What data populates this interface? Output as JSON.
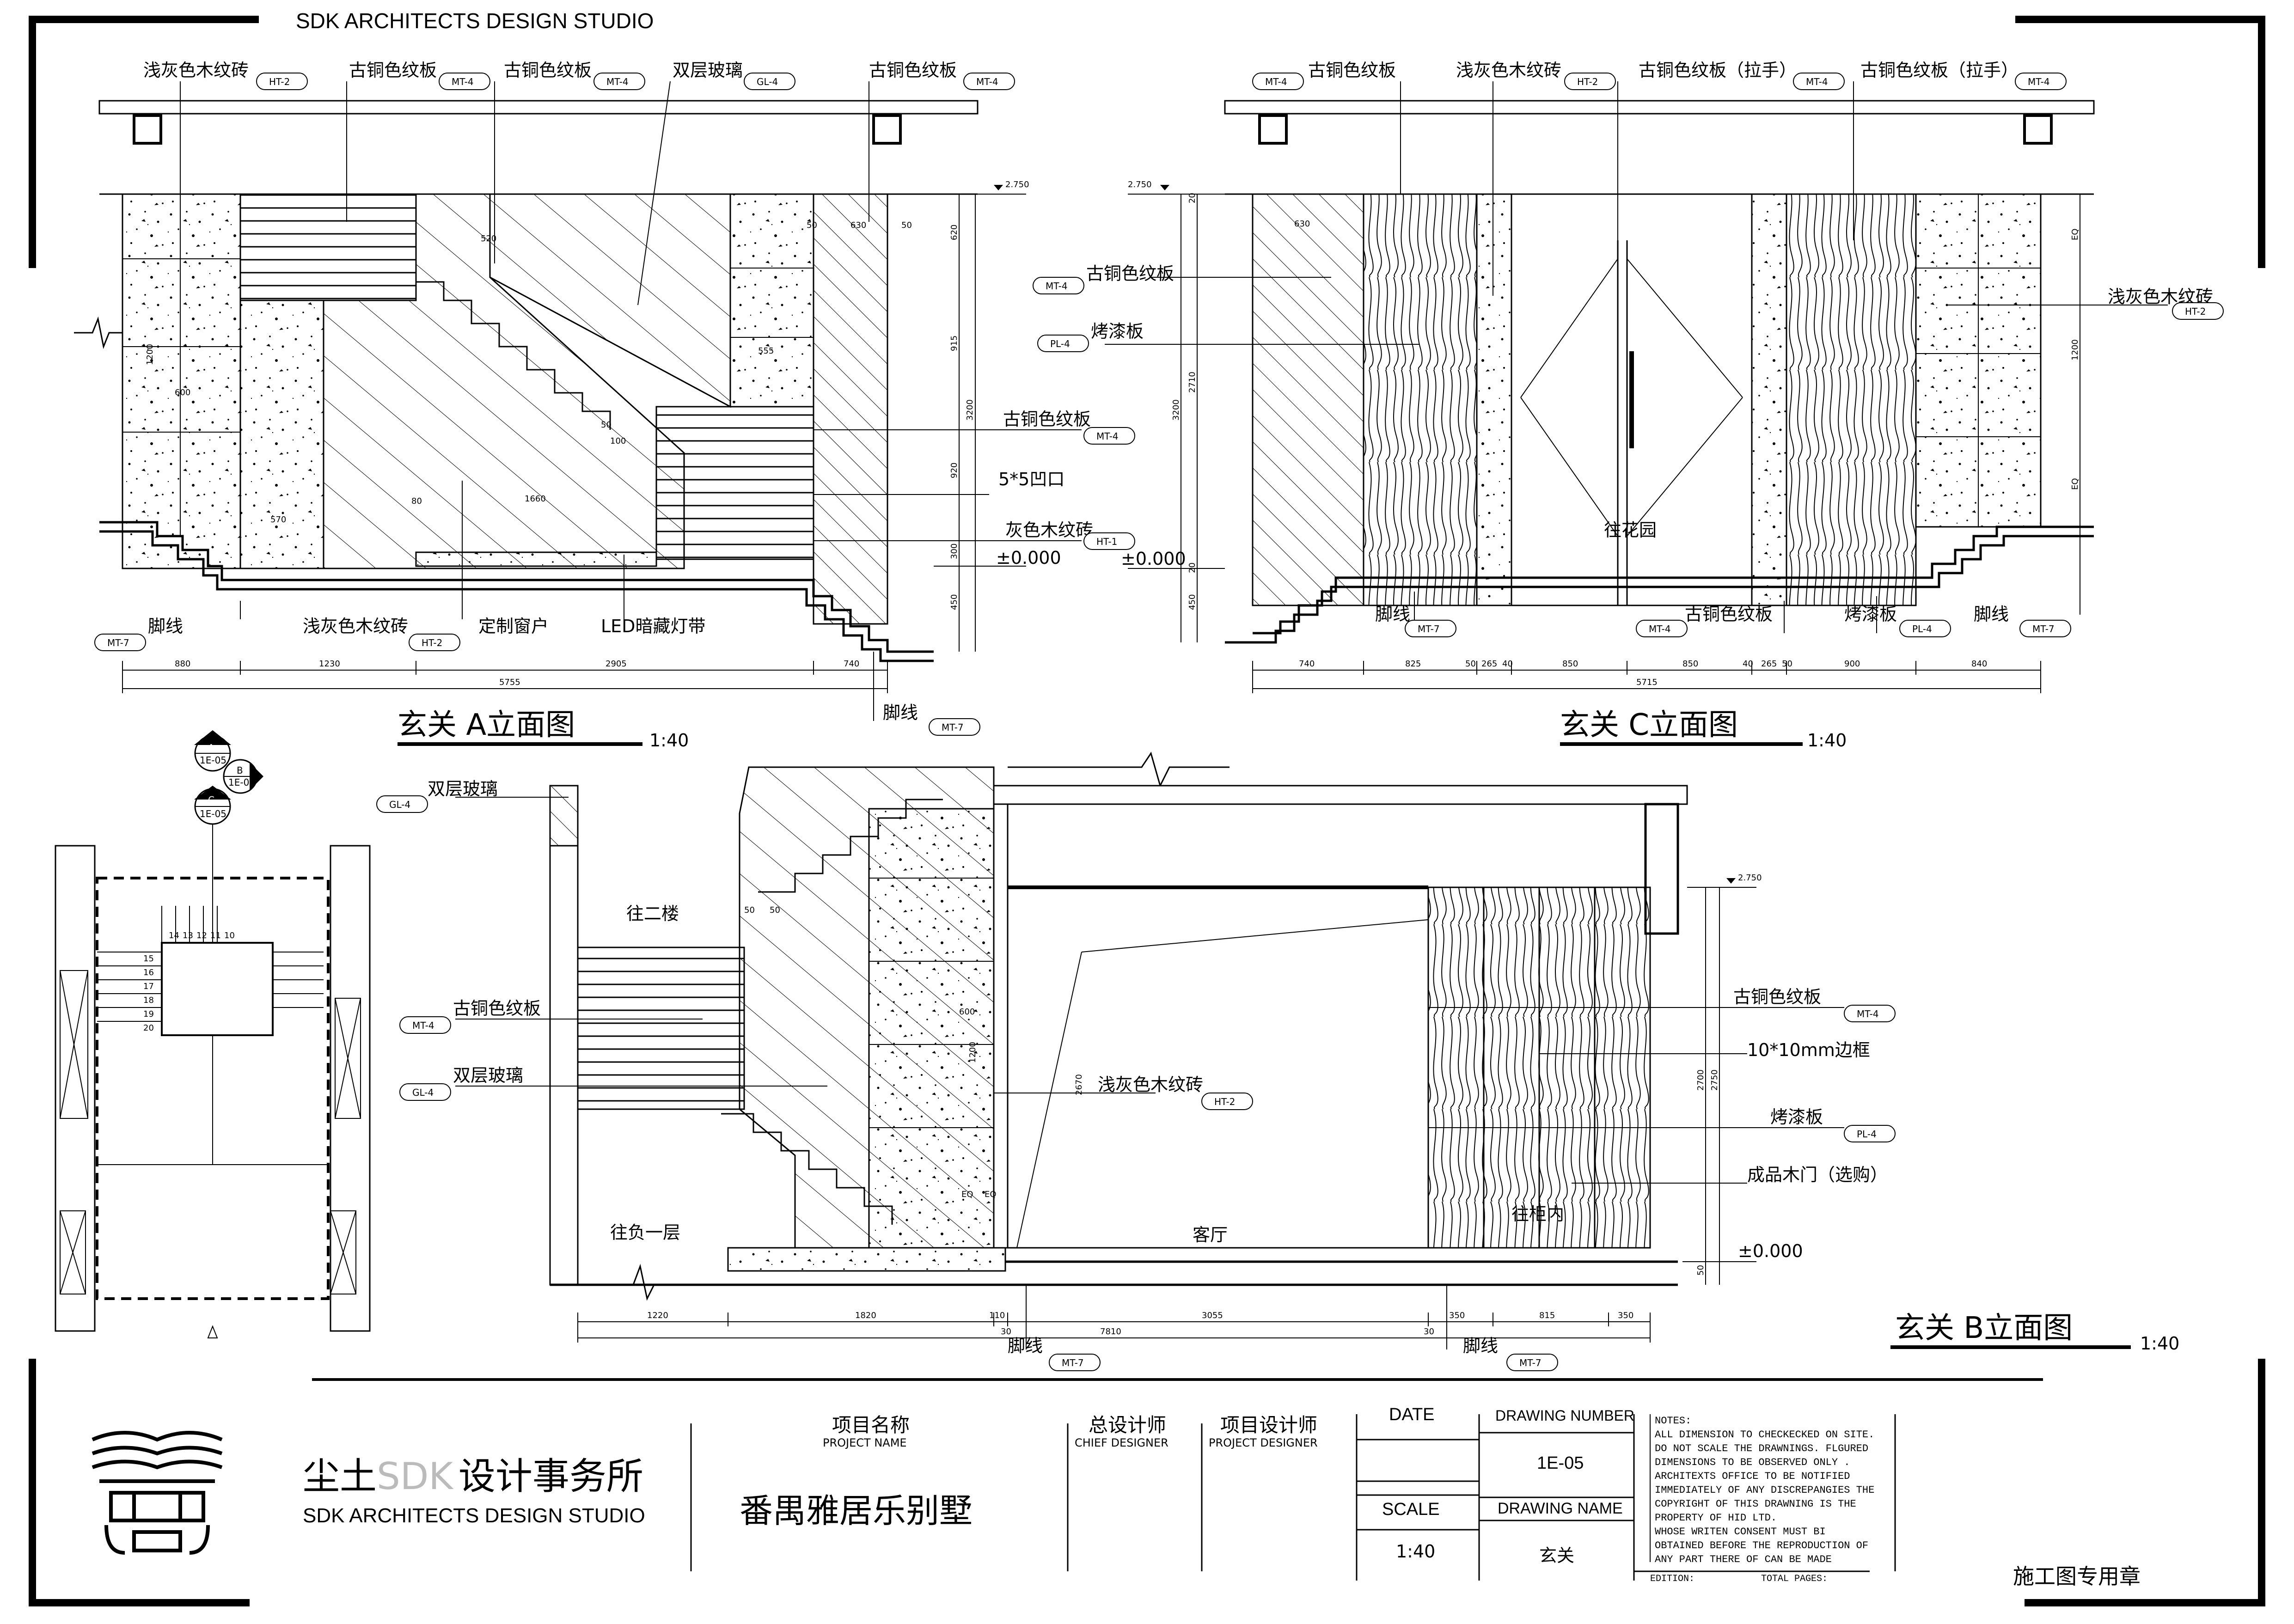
{
  "studio_header": "SDK ARCHITECTS DESIGN STUDIO",
  "elevation_a": {
    "title": "玄关 A立面图",
    "scale": "1:40",
    "top_labels": [
      {
        "text": "浅灰色木纹砖",
        "code": "HT-2"
      },
      {
        "text": "古铜色纹板",
        "code": "MT-4"
      },
      {
        "text": "古铜色纹板",
        "code": "MT-4"
      },
      {
        "text": "双层玻璃",
        "code": "GL-4"
      },
      {
        "text": "古铜色纹板",
        "code": "MT-4"
      }
    ],
    "right_labels": [
      {
        "text": "古铜色纹板",
        "code": "MT-4"
      },
      {
        "text": "5*5凹口",
        "code": ""
      },
      {
        "text": "灰色木纹砖",
        "code": "HT-1"
      }
    ],
    "bottom_labels": {
      "skirting": "脚线",
      "skirting_code": "MT-7",
      "tile": "浅灰色木纹砖",
      "tile_code": "HT-2",
      "window": "定制窗户",
      "led": "LED暗藏灯带",
      "skirting2": "脚线",
      "skirting2_code": "MT-7"
    },
    "level_top": "2.750",
    "level_floor": "±0.000",
    "dims_bottom": [
      "880",
      "1230",
      "2905",
      "740"
    ],
    "dim_total": "5755",
    "dims_right": [
      "620",
      "915",
      "920",
      "300",
      "450",
      "3200"
    ],
    "dims_inner": [
      "520",
      "630",
      "50",
      "50",
      "1200",
      "600",
      "555",
      "1660",
      "100",
      "570",
      "80",
      "50"
    ]
  },
  "elevation_c": {
    "title": "玄关 C立面图",
    "scale": "1:40",
    "top_labels": [
      {
        "text": "古铜色纹板",
        "code": "MT-4"
      },
      {
        "text": "浅灰色木纹砖",
        "code": "HT-2"
      },
      {
        "text": "古铜色纹板（拉手）",
        "code": "MT-4"
      },
      {
        "text": "古铜色纹板（拉手）",
        "code": "MT-4"
      }
    ],
    "left_labels": [
      {
        "text": "古铜色纹板",
        "code": "MT-4"
      },
      {
        "text": "烤漆板",
        "code": "PL-4"
      }
    ],
    "right_label": {
      "text": "浅灰色木纹砖",
      "code": "HT-2"
    },
    "door_label": "往花园",
    "bottom_labels": {
      "skirting": "脚线",
      "skirting_code": "MT-7",
      "bronze": "古铜色纹板",
      "bronze_code": "MT-4",
      "paint": "烤漆板",
      "paint_code": "PL-4",
      "skirting2": "脚线",
      "skirting2_code": "MT-7"
    },
    "level_top": "2.750",
    "level_floor": "±0.000",
    "dims_bottom": [
      "740",
      "825",
      "50",
      "265",
      "40",
      "850",
      "850",
      "40",
      "265",
      "50",
      "900",
      "840"
    ],
    "dim_total": "5715",
    "dims_left": [
      "20",
      "2710",
      "20",
      "3200",
      "450"
    ],
    "dims_right": [
      "EQ",
      "1200",
      "EQ"
    ]
  },
  "elevation_b": {
    "title": "玄关 B立面图",
    "scale": "1:40",
    "left_labels": [
      {
        "text": "双层玻璃",
        "code": "GL-4"
      },
      {
        "text": "古铜色纹板",
        "code": "MT-4"
      },
      {
        "text": "双层玻璃",
        "code": "GL-4"
      }
    ],
    "center_label": {
      "text": "浅灰色木纹砖",
      "code": "HT-2"
    },
    "right_labels": [
      {
        "text": "古铜色纹板",
        "code": "MT-4"
      },
      {
        "text": "10*10mm边框",
        "code": ""
      },
      {
        "text": "烤漆板",
        "code": "PL-4"
      },
      {
        "text": "成品木门（选购）",
        "code": ""
      }
    ],
    "room_labels": [
      "往二楼",
      "往负一层",
      "客厅",
      "往柜内"
    ],
    "bottom_labels": [
      {
        "text": "脚线",
        "code": "MT-7"
      },
      {
        "text": "脚线",
        "code": "MT-7"
      }
    ],
    "level_top": "2.750",
    "level_floor": "±0.000",
    "dims_bottom": [
      "1220",
      "1820",
      "110",
      "30",
      "3055",
      "30",
      "350",
      "815",
      "350"
    ],
    "dim_total": "7810",
    "dims_right": [
      "2700",
      "2750",
      "50"
    ],
    "dims_inner": [
      "50",
      "50",
      "600",
      "1200",
      "2670",
      "EQ",
      "EQ"
    ]
  },
  "key_plan": {
    "markers": [
      {
        "letter": "A",
        "sheet": "1E-05"
      },
      {
        "letter": "B",
        "sheet": "1E-05"
      },
      {
        "letter": "C",
        "sheet": "1E-05"
      }
    ],
    "step_numbers": [
      "14",
      "13",
      "12",
      "11",
      "10",
      "15",
      "16",
      "17",
      "18",
      "19",
      "20"
    ]
  },
  "title_block": {
    "firm_cn_a": "尘土",
    "firm_cn_b": "SDK",
    "firm_cn_c": "设计事务所",
    "firm_en": "SDK ARCHITECTS DESIGN STUDIO",
    "project_name_cn": "项目名称",
    "project_name_en": "PROJECT NAME",
    "project_name": "番禺雅居乐别墅",
    "chief_designer_cn": "总设计师",
    "chief_designer_en": "CHIEF DESIGNER",
    "project_designer_cn": "项目设计师",
    "project_designer_en": "PROJECT DESIGNER",
    "date_label": "DATE",
    "scale_label": "SCALE",
    "scale_value": "1:40",
    "drawing_number_label": "DRAWING NUMBER",
    "drawing_number": "1E-05",
    "drawing_name_label": "DRAWING NAME",
    "drawing_name": "玄关",
    "notes_title": "NOTES:",
    "notes": [
      "ALL DIMENSION TO CHECKECKED ON SITE.",
      "DO NOT SCALE THE DRAWNINGS. FLGURED",
      "DIMENSIONS TO BE OBSERVED ONLY .",
      "ARCHITEXTS OFFICE TO BE NOTIFIED",
      "IMMEDIATELY OF ANY DISCREPANGIES THE",
      "COPYRIGHT OF THIS DRAWNING IS THE",
      "PROPERTY OF HID LTD.",
      "WHOSE WRITEN CONSENT MUST BI",
      "OBTAINED BEFORE THE REPRODUCTION OF",
      "ANY PART THERE OF CAN BE MADE"
    ],
    "edition": "EDITION:",
    "total_pages": "TOTAL PAGES:",
    "stamp": "施工图专用章"
  }
}
